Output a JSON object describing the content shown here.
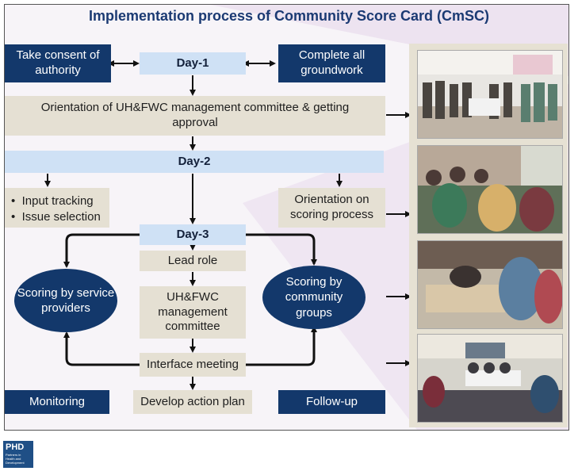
{
  "title": "Implementation process of Community Score Card (CmSC)",
  "boxes": {
    "take_consent": "Take consent of authority",
    "day1": "Day-1",
    "complete_groundwork": "Complete all groundwork",
    "orientation_uh": "Orientation of UH&FWC management committee & getting approval",
    "day2": "Day-2",
    "input_tracking": "Input tracking",
    "issue_selection": "Issue selection",
    "orientation_scoring": "Orientation on scoring process",
    "day3": "Day-3",
    "lead_role": "Lead role",
    "uh_committee": "UH&FWC management committee",
    "scoring_service": "Scoring by service providers",
    "scoring_community": "Scoring by community groups",
    "interface_meeting": "Interface meeting",
    "monitoring": "Monitoring",
    "develop_action_plan": "Develop action plan",
    "follow_up": "Follow-up"
  },
  "logo": {
    "abbr": "PHD",
    "line1": "Partners in",
    "line2": "Health and",
    "line3": "Development"
  },
  "colors": {
    "navy": "#13386b",
    "light_blue": "#cfe1f5",
    "beige": "#e5e0d3",
    "title": "#1b3a73"
  }
}
